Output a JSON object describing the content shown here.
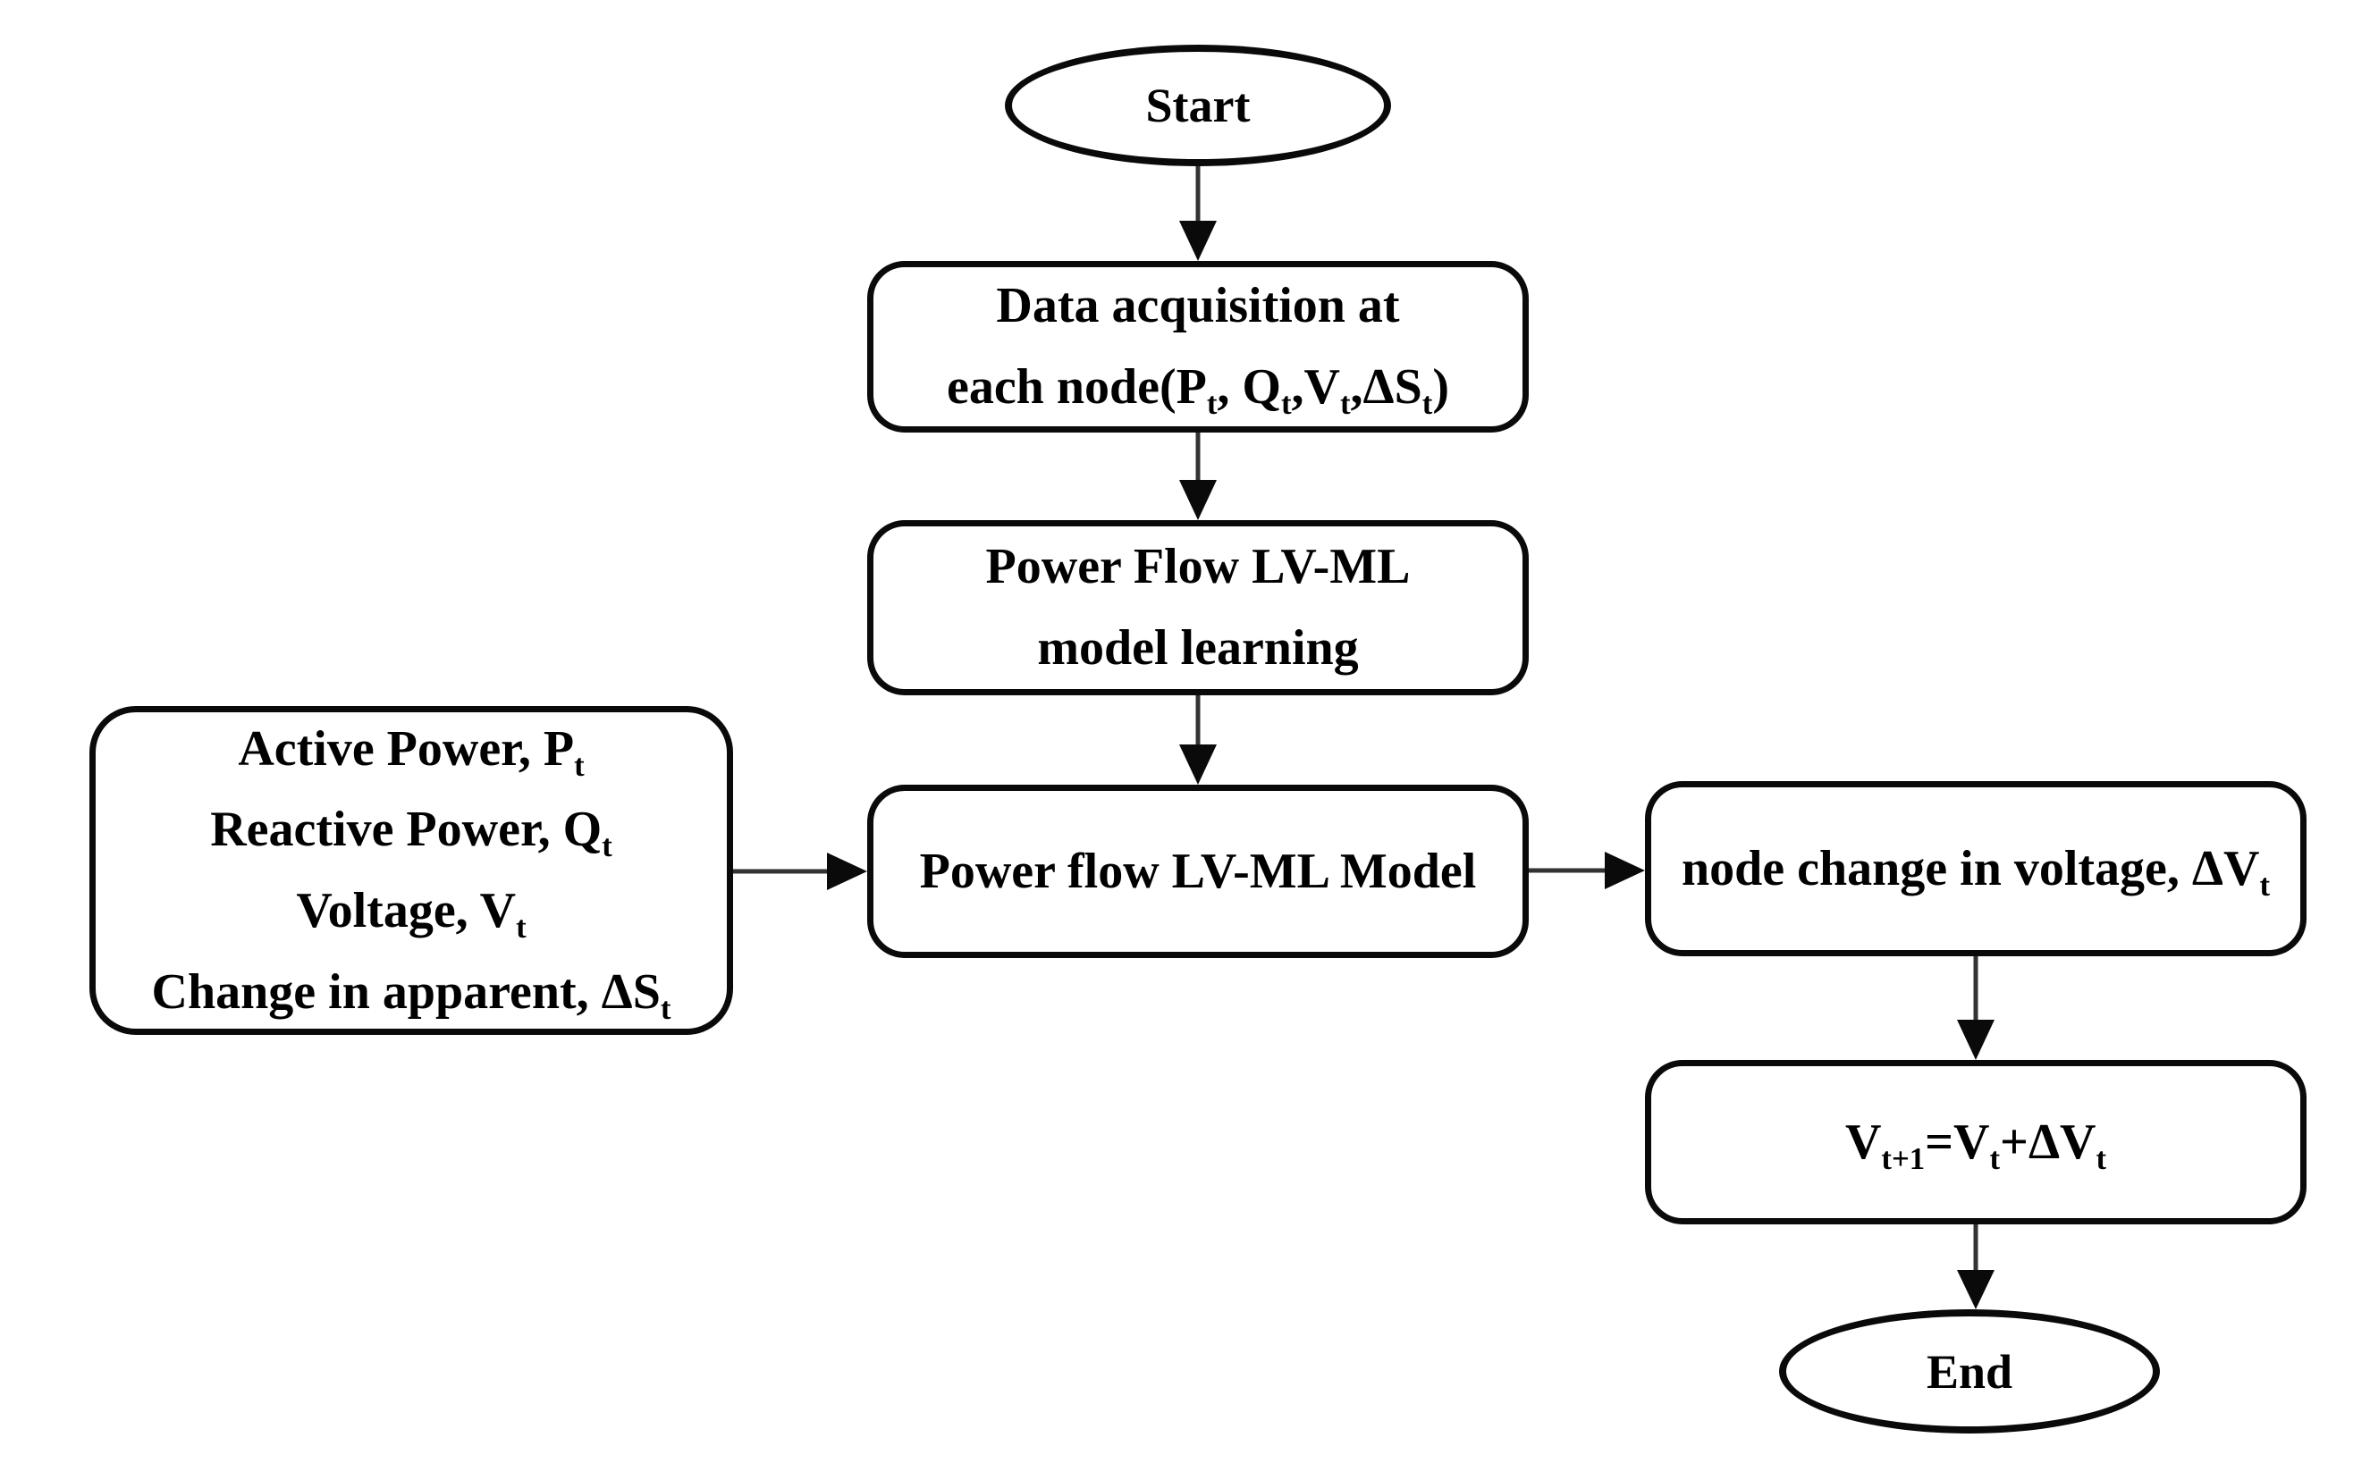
{
  "diagram": {
    "background": "#ffffff",
    "stroke_color": "#0a0a0a",
    "arrow_color": "#333333",
    "text_color": "#000000",
    "nodes": {
      "start": {
        "type": "terminator",
        "label": "Start"
      },
      "data_acquisition": {
        "type": "process",
        "lines": [
          [
            [
              "t",
              "Data acquisition at"
            ]
          ],
          [
            [
              "t",
              "each node(P"
            ],
            [
              "s",
              "t"
            ],
            [
              "t",
              ", Q"
            ],
            [
              "s",
              "t"
            ],
            [
              "t",
              ",V"
            ],
            [
              "s",
              "t"
            ],
            [
              "t",
              ",ΔS"
            ],
            [
              "s",
              "t"
            ],
            [
              "t",
              ")"
            ]
          ]
        ]
      },
      "model_learning": {
        "type": "process",
        "lines": [
          [
            [
              "t",
              "Power Flow LV-ML"
            ]
          ],
          [
            [
              "t",
              "model learning"
            ]
          ]
        ]
      },
      "power_flow_model": {
        "type": "process",
        "lines": [
          [
            [
              "t",
              "Power flow LV-ML Model"
            ]
          ]
        ]
      },
      "inputs": {
        "type": "process",
        "lines": [
          [
            [
              "t",
              "Active Power, P"
            ],
            [
              "s",
              "t"
            ]
          ],
          [
            [
              "t",
              "Reactive Power, Q"
            ],
            [
              "s",
              "t"
            ]
          ],
          [
            [
              "t",
              "Voltage, V"
            ],
            [
              "s",
              "t"
            ]
          ],
          [
            [
              "t",
              "Change in apparent, ΔS"
            ],
            [
              "s",
              "t"
            ]
          ]
        ]
      },
      "voltage_change": {
        "type": "process",
        "lines": [
          [
            [
              "t",
              "node change in voltage, ΔV"
            ],
            [
              "s",
              "t"
            ]
          ]
        ]
      },
      "voltage_update": {
        "type": "process",
        "lines": [
          [
            [
              "t",
              "V"
            ],
            [
              "s",
              "t+1"
            ],
            [
              "t",
              "=V"
            ],
            [
              "s",
              "t"
            ],
            [
              "t",
              "+ΔV"
            ],
            [
              "s",
              "t"
            ]
          ]
        ]
      },
      "end": {
        "type": "terminator",
        "label": "End"
      }
    },
    "edges": [
      {
        "from": "start",
        "to": "data_acquisition"
      },
      {
        "from": "data_acquisition",
        "to": "model_learning"
      },
      {
        "from": "model_learning",
        "to": "power_flow_model"
      },
      {
        "from": "inputs",
        "to": "power_flow_model"
      },
      {
        "from": "power_flow_model",
        "to": "voltage_change"
      },
      {
        "from": "voltage_change",
        "to": "voltage_update"
      },
      {
        "from": "voltage_update",
        "to": "end"
      }
    ]
  }
}
